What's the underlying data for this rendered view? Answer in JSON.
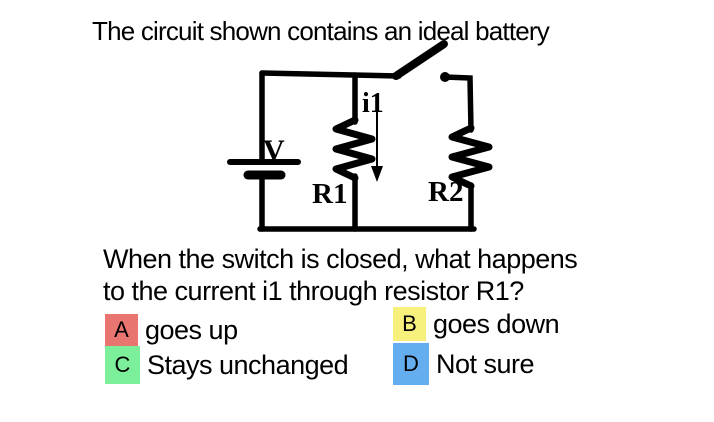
{
  "title": "The circuit shown contains an ideal battery",
  "circuit": {
    "battery_label": "V",
    "current_label": "i1",
    "resistor1_label": "R1",
    "resistor2_label": "R2",
    "ink_color": "#000000"
  },
  "question": {
    "line1": "When the switch is closed, what happens",
    "line2": "to the current i1 through resistor R1?"
  },
  "options": [
    {
      "key": "A",
      "label": "goes up",
      "color": "#e97570"
    },
    {
      "key": "B",
      "label": "goes down",
      "color": "#f8f07d"
    },
    {
      "key": "C",
      "label": "Stays unchanged",
      "color": "#7cef9b"
    },
    {
      "key": "D",
      "label": "Not sure",
      "color": "#64aef0"
    }
  ],
  "background_color": "#ffffff"
}
